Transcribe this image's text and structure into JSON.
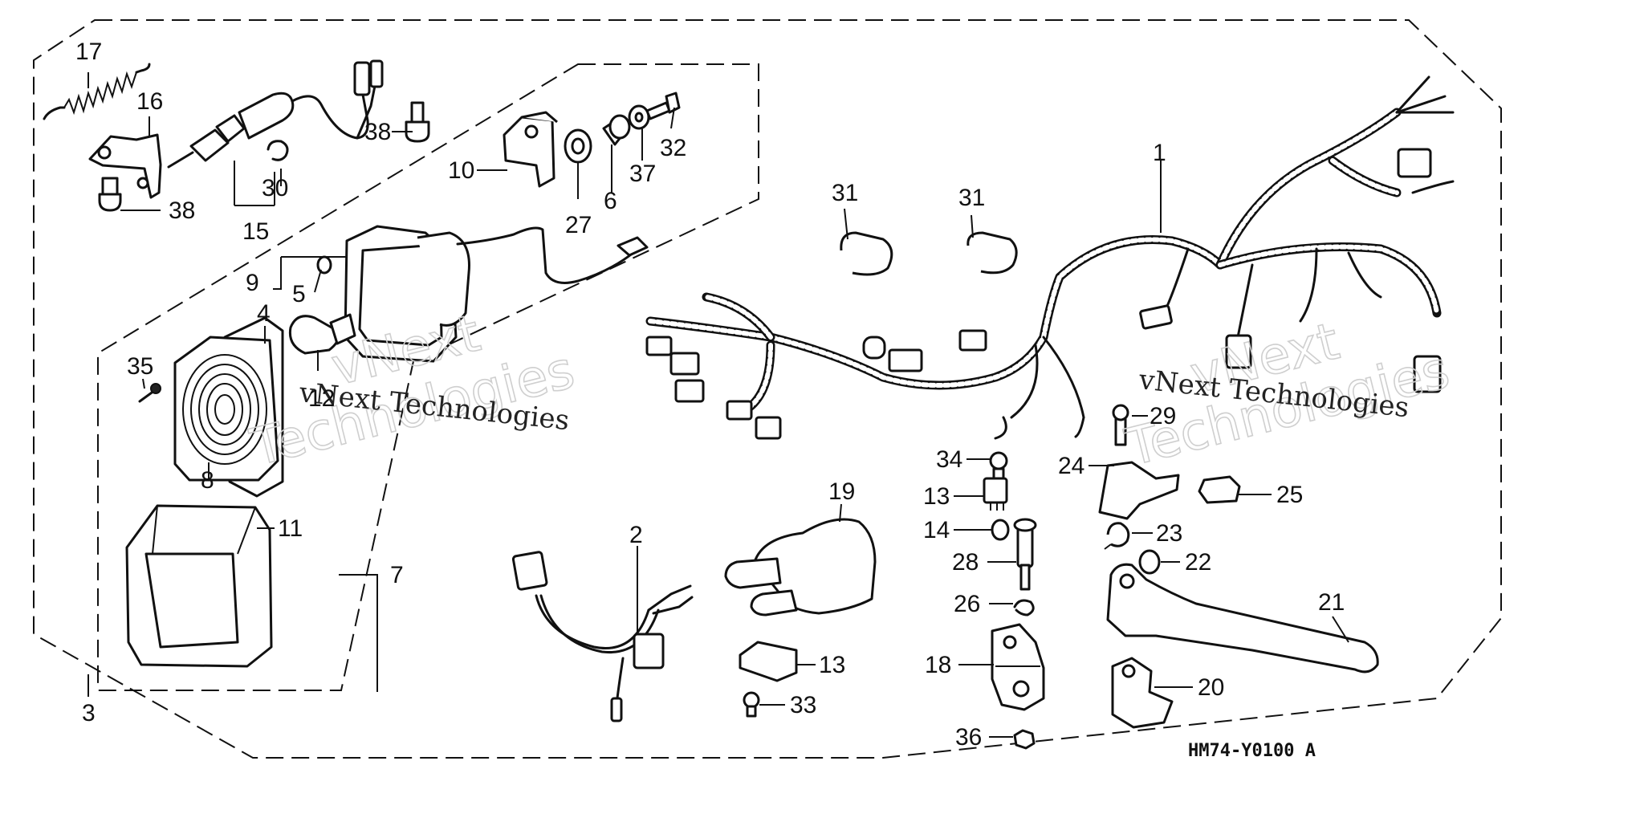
{
  "diagram": {
    "callouts": [
      {
        "id": "17",
        "text": "17"
      },
      {
        "id": "16",
        "text": "16"
      },
      {
        "id": "38a",
        "text": "38"
      },
      {
        "id": "38b",
        "text": "38"
      },
      {
        "id": "30",
        "text": "30"
      },
      {
        "id": "15",
        "text": "15"
      },
      {
        "id": "10",
        "text": "10"
      },
      {
        "id": "27",
        "text": "27"
      },
      {
        "id": "6",
        "text": "6"
      },
      {
        "id": "37",
        "text": "37"
      },
      {
        "id": "32",
        "text": "32"
      },
      {
        "id": "9",
        "text": "9"
      },
      {
        "id": "5",
        "text": "5"
      },
      {
        "id": "4",
        "text": "4"
      },
      {
        "id": "35",
        "text": "35"
      },
      {
        "id": "12",
        "text": "12"
      },
      {
        "id": "8",
        "text": "8"
      },
      {
        "id": "11",
        "text": "11"
      },
      {
        "id": "7",
        "text": "7"
      },
      {
        "id": "3",
        "text": "3"
      },
      {
        "id": "31a",
        "text": "31"
      },
      {
        "id": "31b",
        "text": "31"
      },
      {
        "id": "1",
        "text": "1"
      },
      {
        "id": "29",
        "text": "29"
      },
      {
        "id": "34",
        "text": "34"
      },
      {
        "id": "24",
        "text": "24"
      },
      {
        "id": "25",
        "text": "25"
      },
      {
        "id": "13a",
        "text": "13"
      },
      {
        "id": "14",
        "text": "14"
      },
      {
        "id": "23",
        "text": "23"
      },
      {
        "id": "19",
        "text": "19"
      },
      {
        "id": "2",
        "text": "2"
      },
      {
        "id": "28",
        "text": "28"
      },
      {
        "id": "22",
        "text": "22"
      },
      {
        "id": "26",
        "text": "26"
      },
      {
        "id": "21",
        "text": "21"
      },
      {
        "id": "18",
        "text": "18"
      },
      {
        "id": "13b",
        "text": "13"
      },
      {
        "id": "20",
        "text": "20"
      },
      {
        "id": "33",
        "text": "33"
      },
      {
        "id": "36",
        "text": "36"
      }
    ],
    "watermark": {
      "small_text": "vNext Technologies",
      "large_line1": "vNext",
      "large_line2": "Technologies"
    },
    "drawing_code": "HM74-Y0100 A"
  }
}
